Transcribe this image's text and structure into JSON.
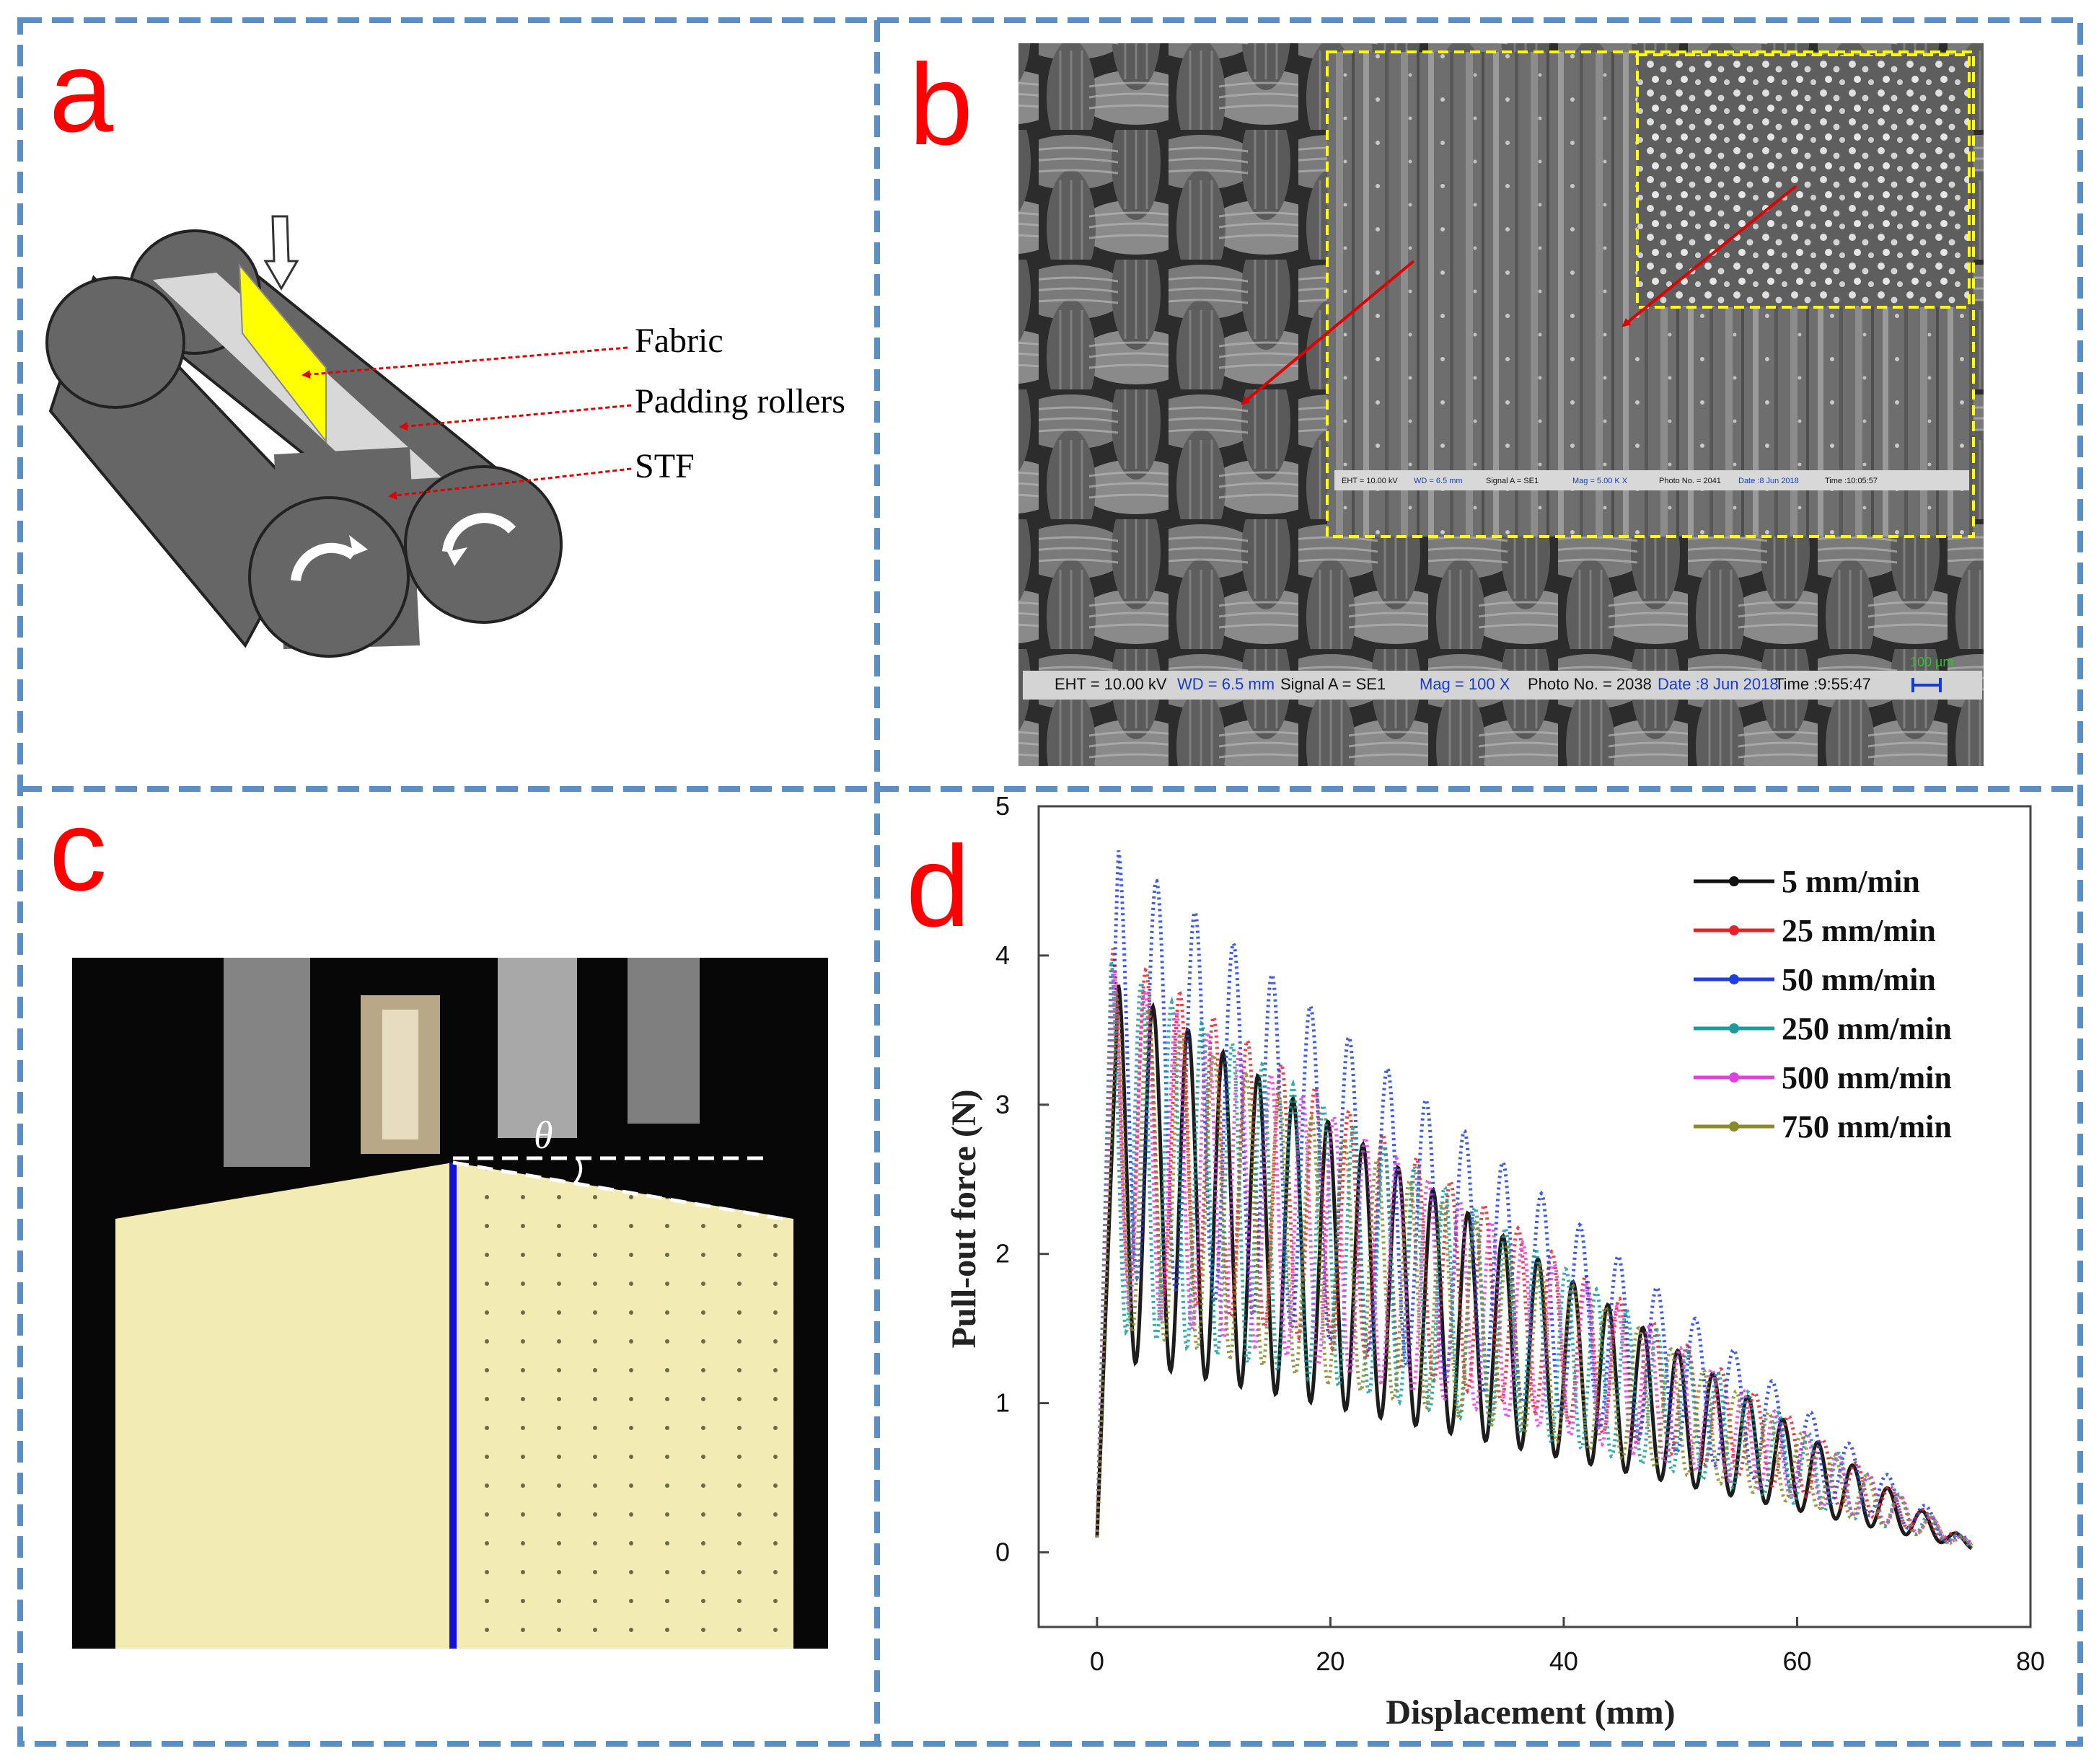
{
  "panels": {
    "a": {
      "label": "a",
      "annotations": [
        "Fabric",
        "Padding rollers",
        "STF"
      ]
    },
    "b": {
      "label": "b",
      "sem_main": {
        "eht": "EHT = 10.00 kV",
        "wd": "WD = 6.5 mm",
        "signal": "Signal A = SE1",
        "mag": "Mag =    100 X",
        "photo": "Photo No. = 2038",
        "date": "Date :8 Jun 2018",
        "time": "Time :9:55:47",
        "scale": "100 µm"
      },
      "sem_inset": {
        "eht": "EHT = 10.00 kV",
        "wd": "WD = 6.5 mm",
        "signal": "Signal A = SE1",
        "mag": "Mag =  5.00 K X",
        "photo": "Photo No. = 2041",
        "date": "Date :8 Jun 2018",
        "time": "Time :10:05:57"
      }
    },
    "c": {
      "label": "c",
      "angle_symbol": "θ"
    },
    "d": {
      "label": "d"
    }
  },
  "colors": {
    "panel_border": "#5a8fc5",
    "label_red": "#ff0000",
    "roller_gray": "#666666",
    "fabric_yellow": "#ffff00",
    "fabric_photo": "#f2ecb4",
    "pull_line_blue": "#1010e0"
  },
  "chart_data": {
    "type": "line",
    "title": "",
    "xlabel": "Displacement (mm)",
    "ylabel": "Pull-out force (N)",
    "xlim": [
      -5,
      80
    ],
    "ylim": [
      -0.5,
      5
    ],
    "xticks": [
      0,
      20,
      40,
      60,
      80
    ],
    "yticks": [
      0,
      1,
      2,
      3,
      4,
      5
    ],
    "grid": false,
    "legend_position": "top-right",
    "x_end": 75,
    "series": [
      {
        "name": "5 mm/min",
        "color": "#111111",
        "peak": 3.75,
        "peak_x": 1.8,
        "period": 3.0,
        "trough_ratio": 0.34
      },
      {
        "name": "25 mm/min",
        "color": "#e8202a",
        "peak": 4.0,
        "peak_x": 1.3,
        "period": 2.9,
        "trough_ratio": 0.45
      },
      {
        "name": "50 mm/min",
        "color": "#1f3fe0",
        "peak": 4.65,
        "peak_x": 1.8,
        "period": 3.3,
        "trough_ratio": 0.4
      },
      {
        "name": "250 mm/min",
        "color": "#1a9c9c",
        "peak": 3.9,
        "peak_x": 1.2,
        "period": 2.6,
        "trough_ratio": 0.38
      },
      {
        "name": "500 mm/min",
        "color": "#e040e0",
        "peak": 3.85,
        "peak_x": 1.4,
        "period": 2.7,
        "trough_ratio": 0.42
      },
      {
        "name": "750 mm/min",
        "color": "#8a8a2a",
        "peak": 3.7,
        "peak_x": 1.6,
        "period": 2.8,
        "trough_ratio": 0.4
      }
    ]
  }
}
